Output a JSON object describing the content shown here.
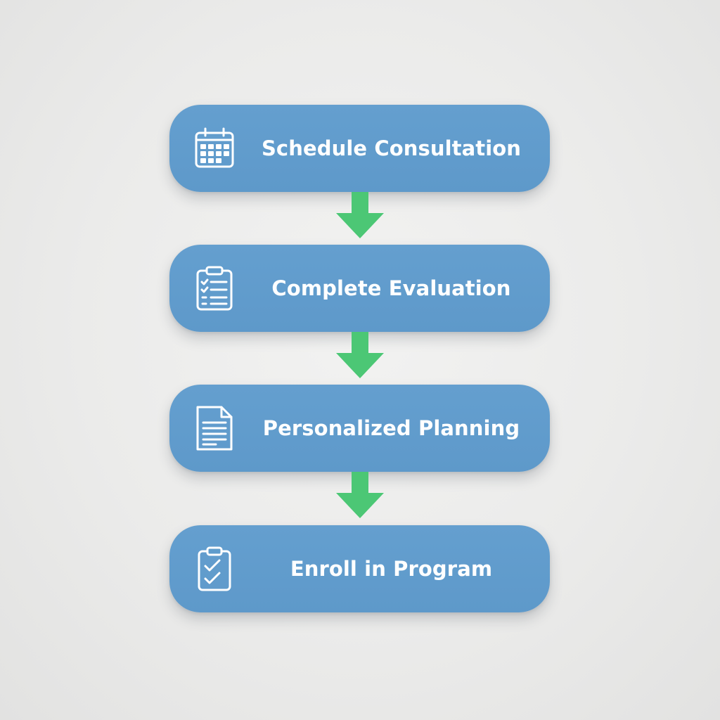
{
  "steps": [
    {
      "label": "Schedule Consultation",
      "icon": "calendar-icon"
    },
    {
      "label": "Complete Evaluation",
      "icon": "clipboard-checklist-icon"
    },
    {
      "label": "Personalized Planning",
      "icon": "document-icon"
    },
    {
      "label": "Enroll in Program",
      "icon": "clipboard-check-icon"
    }
  ],
  "colors": {
    "step_fill": "#5f9ccc",
    "step_text": "#ffffff",
    "arrow": "#4cc775",
    "background": "#ececeb"
  }
}
